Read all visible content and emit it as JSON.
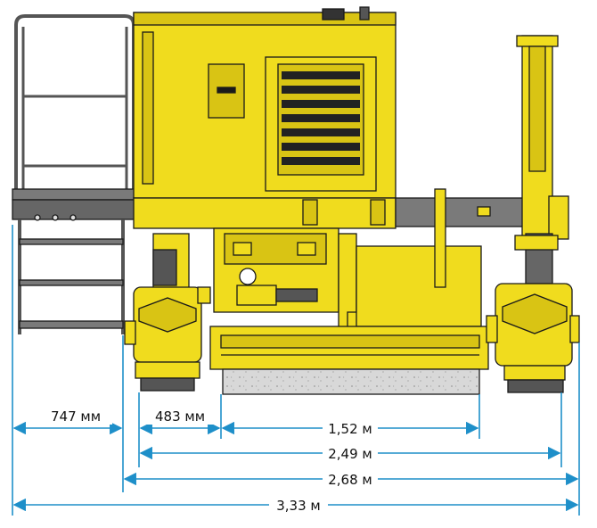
{
  "colors": {
    "machine_yellow": "#f0dc1e",
    "machine_yellow_dark": "#d9c414",
    "outline": "#1a1a1a",
    "dimension": "#1e8fc9",
    "steel_gray": "#7a7a7a",
    "steel_gray_dark": "#555555",
    "slab_concrete": "#d8d8d8"
  },
  "dimensions": {
    "ladder_offset": "747 мм",
    "track_offset": "483 мм",
    "slab_width": "1,52 м",
    "track_center_width": "2,49 м",
    "track_outer_width": "2,68 м",
    "overall_width": "3,33 м"
  }
}
